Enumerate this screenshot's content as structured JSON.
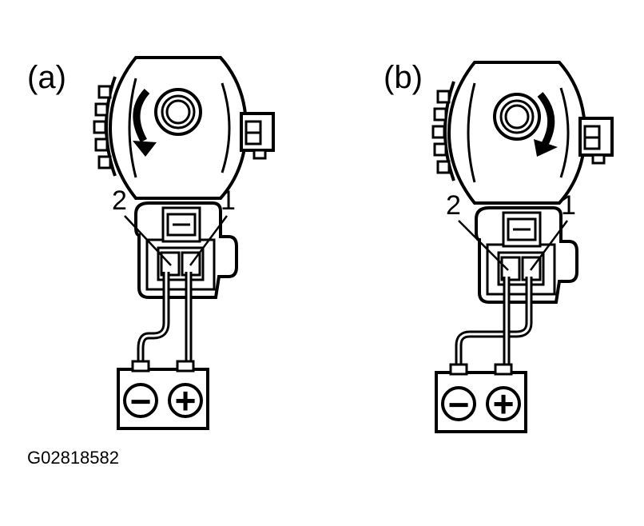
{
  "figure_code": "G02818582",
  "panels": [
    {
      "id": "a",
      "label": "(a)",
      "rotation": "counter-clockwise",
      "pin_left": "2",
      "pin_right": "1",
      "battery_negative": "−",
      "battery_positive": "+"
    },
    {
      "id": "b",
      "label": "(b)",
      "rotation": "clockwise",
      "pin_left": "2",
      "pin_right": "1",
      "battery_negative": "−",
      "battery_positive": "+"
    }
  ],
  "colors": {
    "line": "#000000",
    "background": "#ffffff"
  }
}
